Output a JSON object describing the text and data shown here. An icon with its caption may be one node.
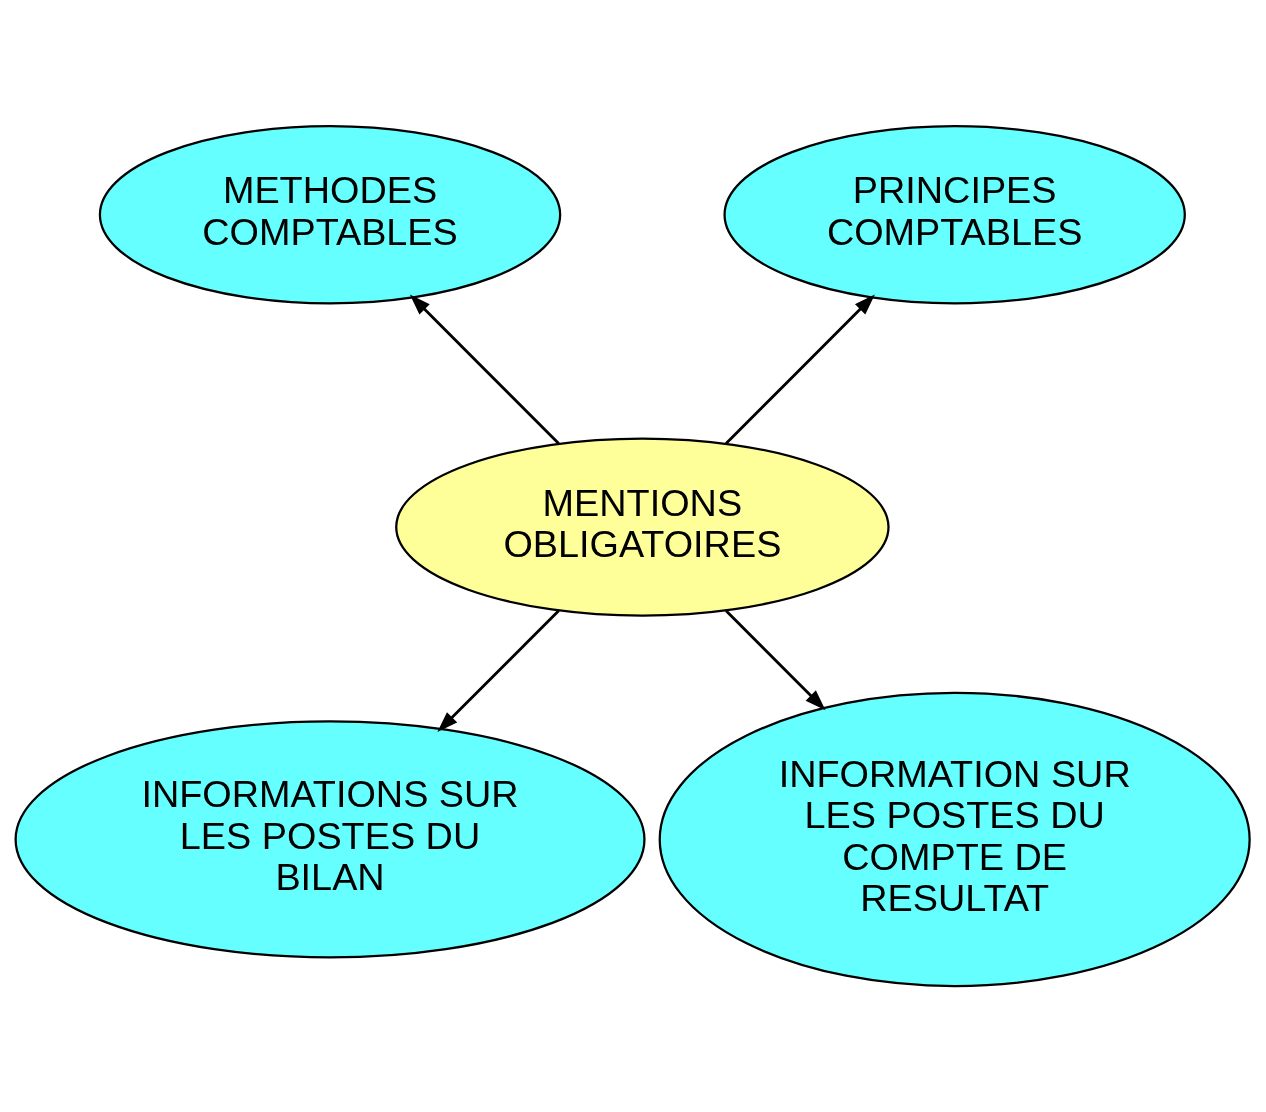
{
  "diagram": {
    "nodes": [
      {
        "text": [
          "PRINCIPES COMPTABLES"
        ]
      },
      {
        "text": [
          "METHODES COMPTABLES"
        ]
      },
      {
        "text": [
          "MENTIONS OBLIGATOIRES"
        ]
      },
      {
        "text": [
          "INFORMATIONS SUR LES POSTES DU BILAN"
        ]
      },
      {
        "text": [
          "INFORMATION SUR LES POSTES DU COMPTE DE RESULTAT"
        ]
      }
    ],
    "edges": [
      {
        "from": 2,
        "to": 0,
        "arrow": "to"
      },
      {
        "from": 2,
        "to": 1,
        "arrow": "to"
      },
      {
        "from": 2,
        "to": 3,
        "arrow": "to"
      },
      {
        "from": 2,
        "to": 4,
        "arrow": "to"
      }
    ]
  }
}
